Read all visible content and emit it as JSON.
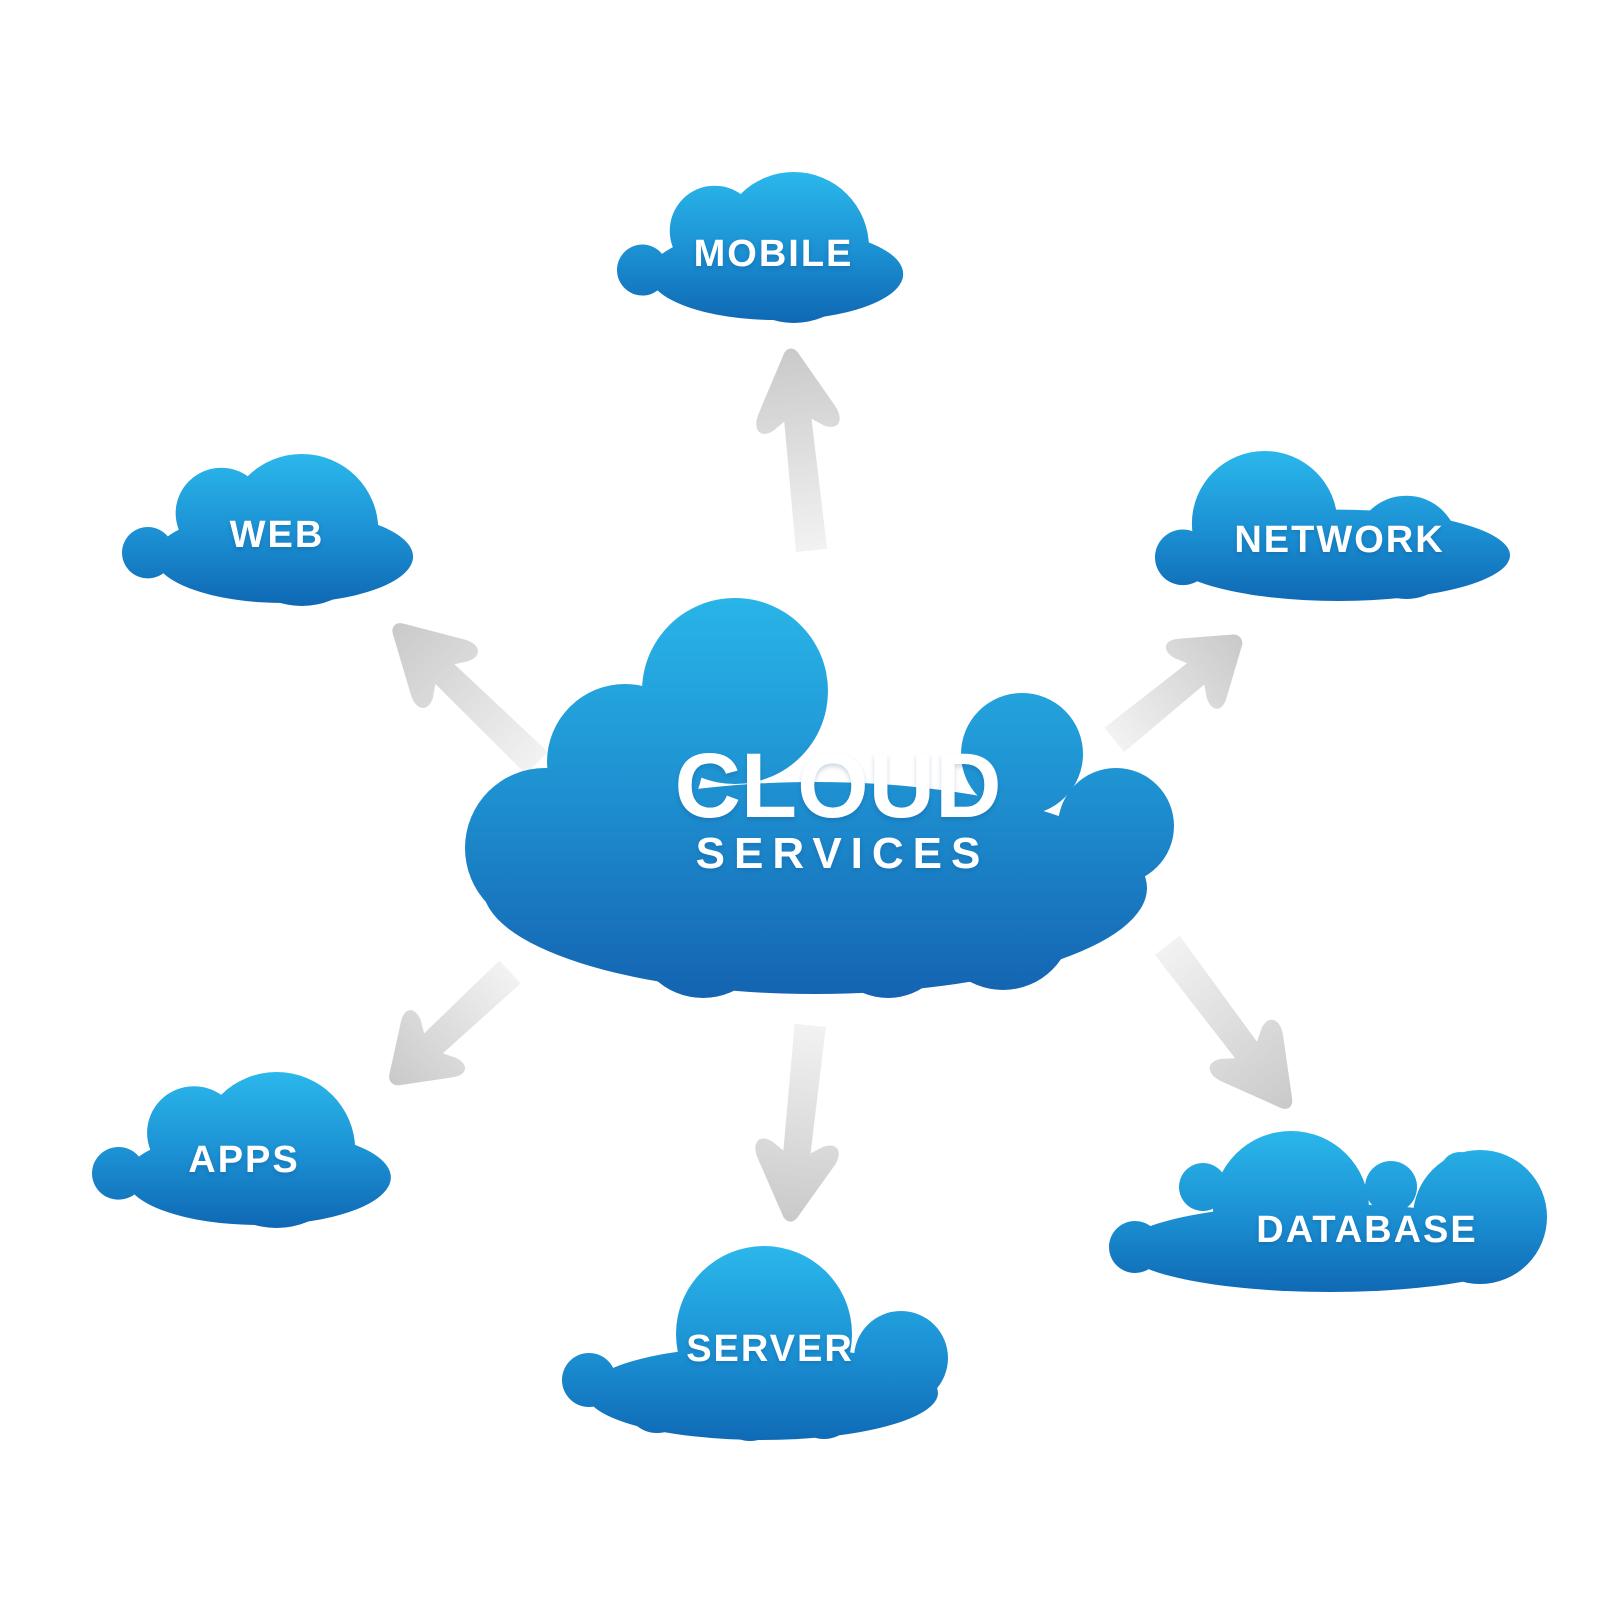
{
  "diagram": {
    "center": {
      "title": "CLOUD",
      "subtitle": "SERVICES"
    },
    "nodes": [
      {
        "id": "mobile",
        "label": "MOBILE",
        "position": "top"
      },
      {
        "id": "web",
        "label": "WEB",
        "position": "upper-left"
      },
      {
        "id": "network",
        "label": "NETWORK",
        "position": "upper-right"
      },
      {
        "id": "apps",
        "label": "APPS",
        "position": "lower-left"
      },
      {
        "id": "server",
        "label": "SERVER",
        "position": "bottom"
      },
      {
        "id": "database",
        "label": "DATABASE",
        "position": "lower-right"
      }
    ],
    "edges": [
      {
        "from": "cloud-services",
        "to": "mobile"
      },
      {
        "from": "cloud-services",
        "to": "web"
      },
      {
        "from": "cloud-services",
        "to": "network"
      },
      {
        "from": "cloud-services",
        "to": "apps"
      },
      {
        "from": "cloud-services",
        "to": "server"
      },
      {
        "from": "cloud-services",
        "to": "database"
      }
    ],
    "colors": {
      "cloud_gradient_top": "#29B5E8",
      "cloud_gradient_bottom": "#0F6AB6",
      "arrow_head_gray": "#CBCBCB",
      "arrow_tail_gray": "#F2F2F2",
      "label_text": "#FFFFFF",
      "background": "#FFFFFF"
    }
  }
}
